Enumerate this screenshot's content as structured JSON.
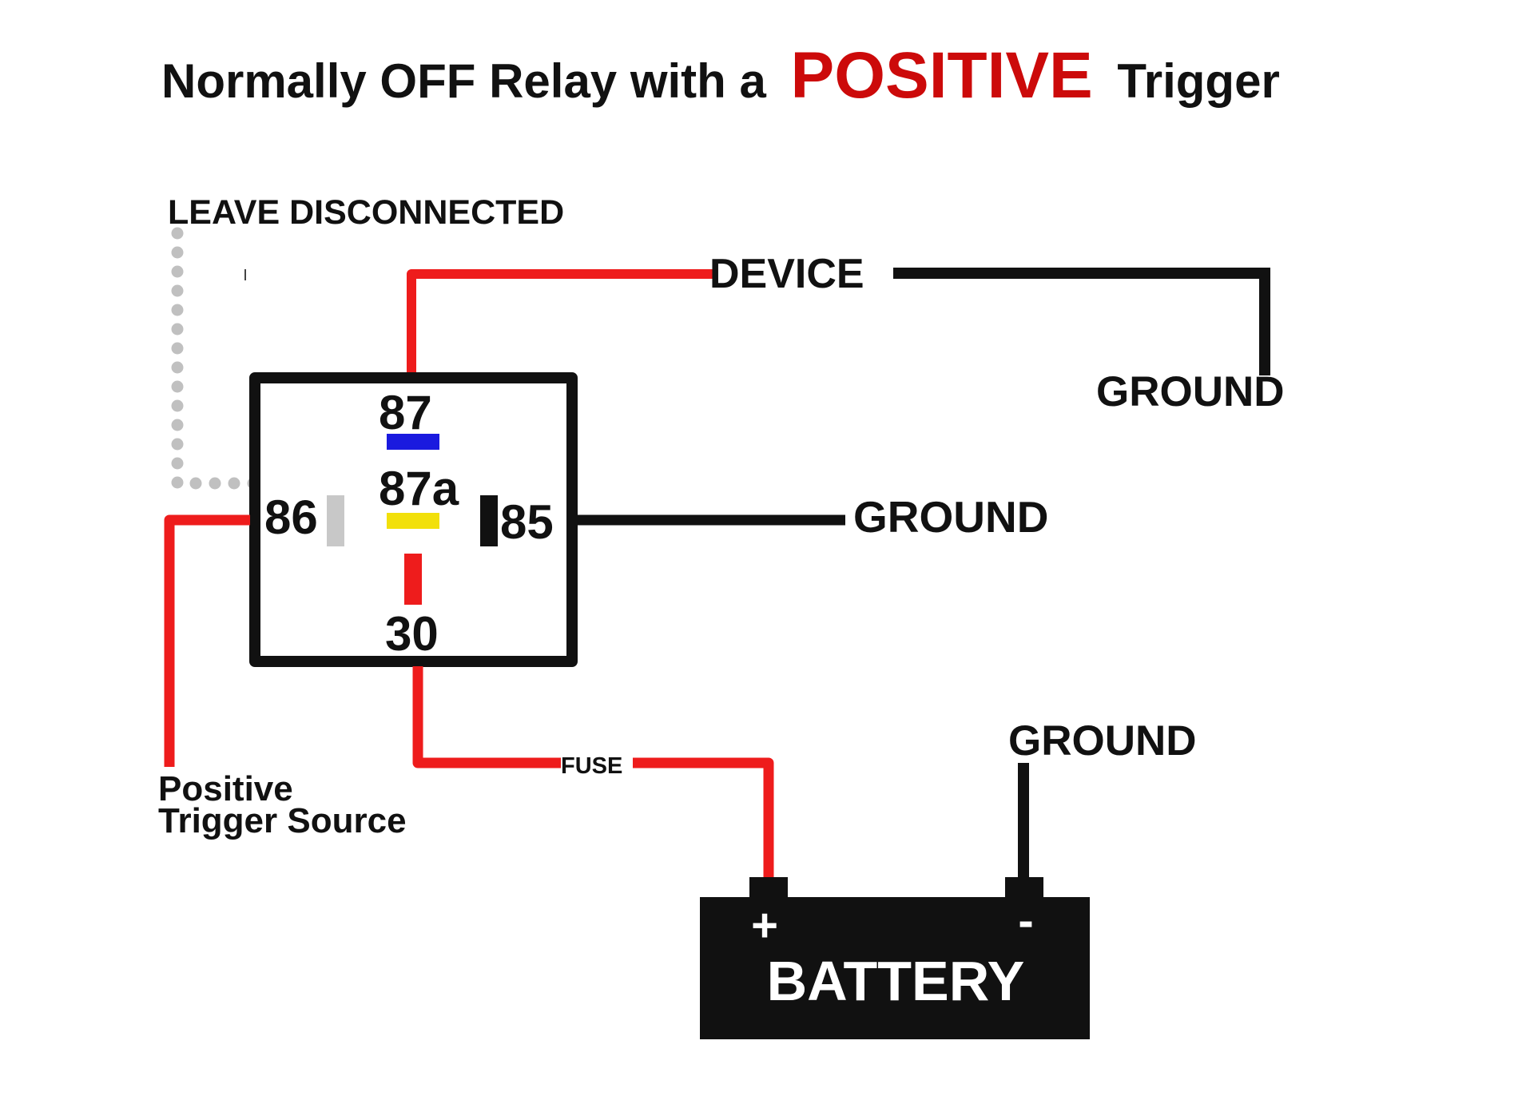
{
  "title": {
    "part1": "Normally OFF Relay with a",
    "highlight": "POSITIVE",
    "part2": "Trigger"
  },
  "labels": {
    "leave_disconnected": "LEAVE DISCONNECTED",
    "device": "DEVICE",
    "ground_device": "GROUND",
    "ground_relay": "GROUND",
    "ground_battery": "GROUND",
    "fuse": "FUSE",
    "trigger_line1": "Positive",
    "trigger_line2": "Trigger Source"
  },
  "relay": {
    "pin_87": "87",
    "pin_87a": "87a",
    "pin_86": "86",
    "pin_85": "85",
    "pin_30": "30"
  },
  "battery": {
    "label": "BATTERY",
    "plus": "+",
    "minus": "-"
  },
  "colors": {
    "positive_wire": "#ee1c1c",
    "ground_wire": "#111111",
    "title_accent": "#cc0a0a",
    "pin87_marker": "#1a1adf",
    "pin87a_marker": "#f2e00a",
    "pin86_marker": "#c8c8c8",
    "disconnected_line": "#c0c0c0"
  }
}
